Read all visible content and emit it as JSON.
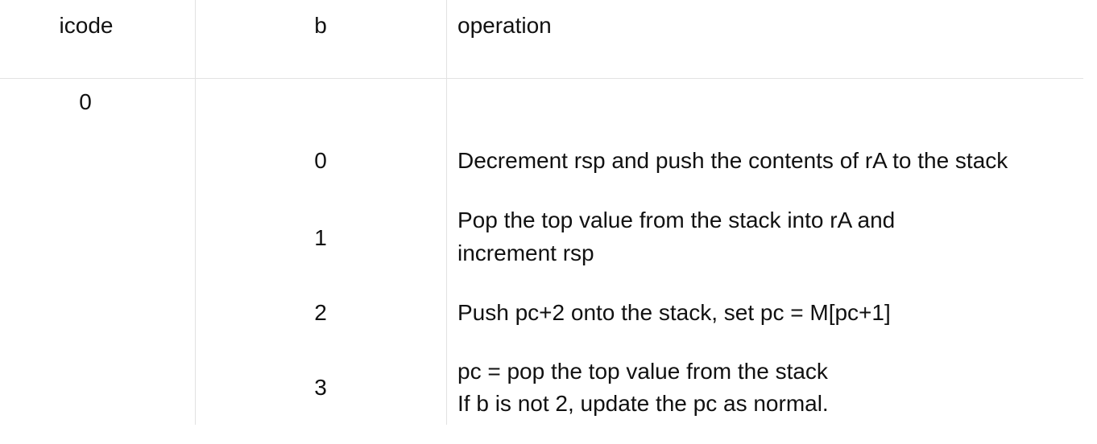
{
  "table": {
    "headers": {
      "icode": "icode",
      "b": "b",
      "operation": "operation"
    },
    "icode_value": "0",
    "rows": [
      {
        "b": "0",
        "operation": [
          "Decrement rsp and push the contents of rA to the stack"
        ]
      },
      {
        "b": "1",
        "operation": [
          "Pop the top value from the stack into rA and",
          "increment rsp"
        ]
      },
      {
        "b": "2",
        "operation": [
          "Push pc+2 onto the stack, set pc = M[pc+1]"
        ]
      },
      {
        "b": "3",
        "operation": [
          "pc = pop the top value from the stack",
          "If b is not 2, update the pc as normal."
        ]
      }
    ]
  }
}
